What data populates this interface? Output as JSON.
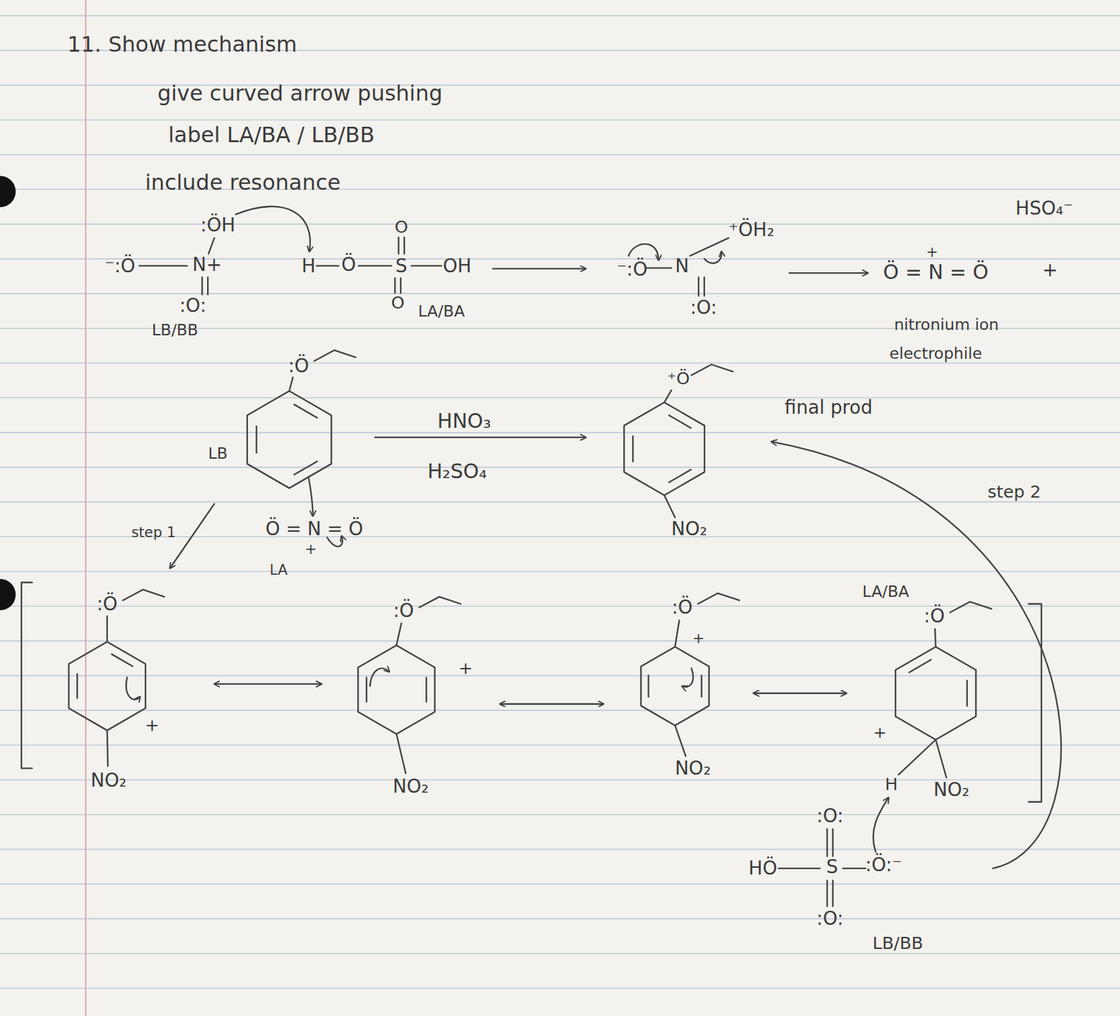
{
  "diagram": {
    "title": "11. Show mechanism",
    "labels": [
      "give curved arrow pushing",
      "label LA/BA / LB/BB",
      "include resonance",
      ":ÖH",
      "⁻:Ö",
      "N+",
      ":O:",
      "LB/BB",
      "H",
      "Ö",
      "S",
      "OH",
      "O",
      "O",
      "LA/BA",
      "⁻:Ö",
      "N",
      "⁺ÖH₂",
      ":O:",
      "HSO₄⁻",
      "Ö = N = Ö",
      "+",
      "+",
      "nitronium ion",
      "electrophile",
      ":Ö",
      "LB",
      "HNO₃",
      "H₂SO₄",
      "⁺Ö",
      "NO₂",
      "final prod",
      "step 2",
      "Ö = N = Ö",
      "+",
      "LA",
      "step 1",
      ":Ö",
      "+",
      "NO₂",
      ":Ö",
      "+",
      "NO₂",
      ":Ö",
      "+",
      "NO₂",
      "LA/BA",
      ":Ö",
      "+",
      "H",
      "NO₂",
      ":O:",
      "HÖ",
      "S",
      ":Ö:⁻",
      ":O:",
      "LB/BB"
    ]
  }
}
